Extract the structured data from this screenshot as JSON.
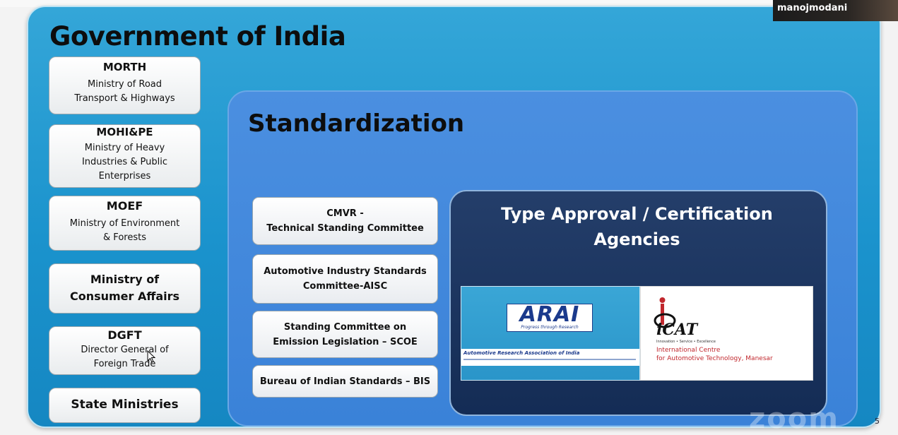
{
  "participant_name": "manojmodani",
  "government": {
    "title": "Government of India",
    "ministries": [
      {
        "heading": "MORTH",
        "sub": [
          "Ministry of Road",
          "Transport & Highways"
        ]
      },
      {
        "heading": "MOHI&PE",
        "sub": [
          "Ministry of Heavy",
          "Industries & Public",
          "Enterprises"
        ]
      },
      {
        "heading": "MOEF",
        "sub": [
          "Ministry of Environment",
          "& Forests"
        ]
      },
      {
        "heading": "Ministry of  Consumer Affairs"
      },
      {
        "heading": "DGFT",
        "sub": [
          "Director General of",
          "Foreign Trade"
        ]
      },
      {
        "heading": "State Ministries"
      }
    ]
  },
  "standardization": {
    "title": "Standardization",
    "committees": [
      [
        "CMVR -",
        "Technical Standing Committee"
      ],
      [
        "Automotive Industry Standards",
        "Committee-AISC"
      ],
      [
        "Standing Committee on",
        "Emission Legislation – SCOE"
      ],
      [
        "Bureau of Indian Standards – BIS"
      ]
    ]
  },
  "type_approval": {
    "title_line1": "Type Approval / Certification",
    "title_line2": "Agencies",
    "arai": {
      "logo": "ARAI",
      "tagline": "Progress through Research",
      "name": "Automotive Research Association of India"
    },
    "icat": {
      "logo": "iCAT",
      "tagline": "Innovation • Service • Excellence",
      "name_line1": "International Centre",
      "name_line2": "for Automotive Technology, Manesar"
    }
  },
  "watermark": "zoom",
  "slide_number": "5"
}
